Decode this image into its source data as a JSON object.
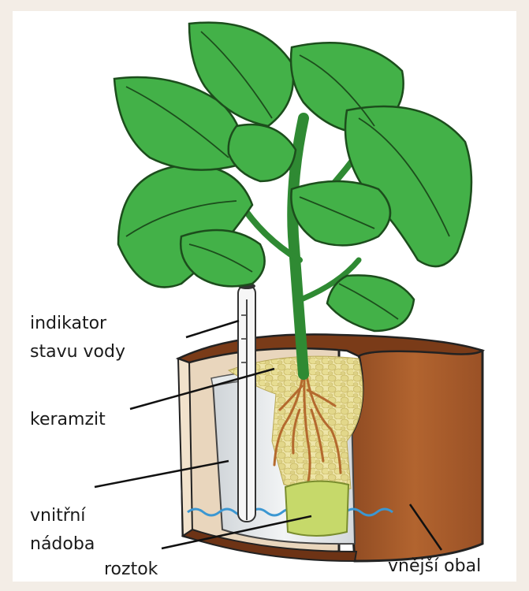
{
  "labels": {
    "indicator_line1": "indikator",
    "indicator_line2": "stavu vody",
    "keramzit": "keramzit",
    "inner_line1": "vnitřní",
    "inner_line2": "nádoba",
    "solution": "roztok",
    "outer": "vnější obal"
  },
  "colors": {
    "leaf": "#3fae44",
    "leaf_dark": "#2f8f35",
    "stem": "#2f8a33",
    "pot_outer": "#a85a2c",
    "pot_inner": "#e8d5bf",
    "clay_balls": "#e6dc8a",
    "roots": "#b46a2e",
    "solution": "#c8dd6a",
    "water": "#4aa3d6"
  }
}
